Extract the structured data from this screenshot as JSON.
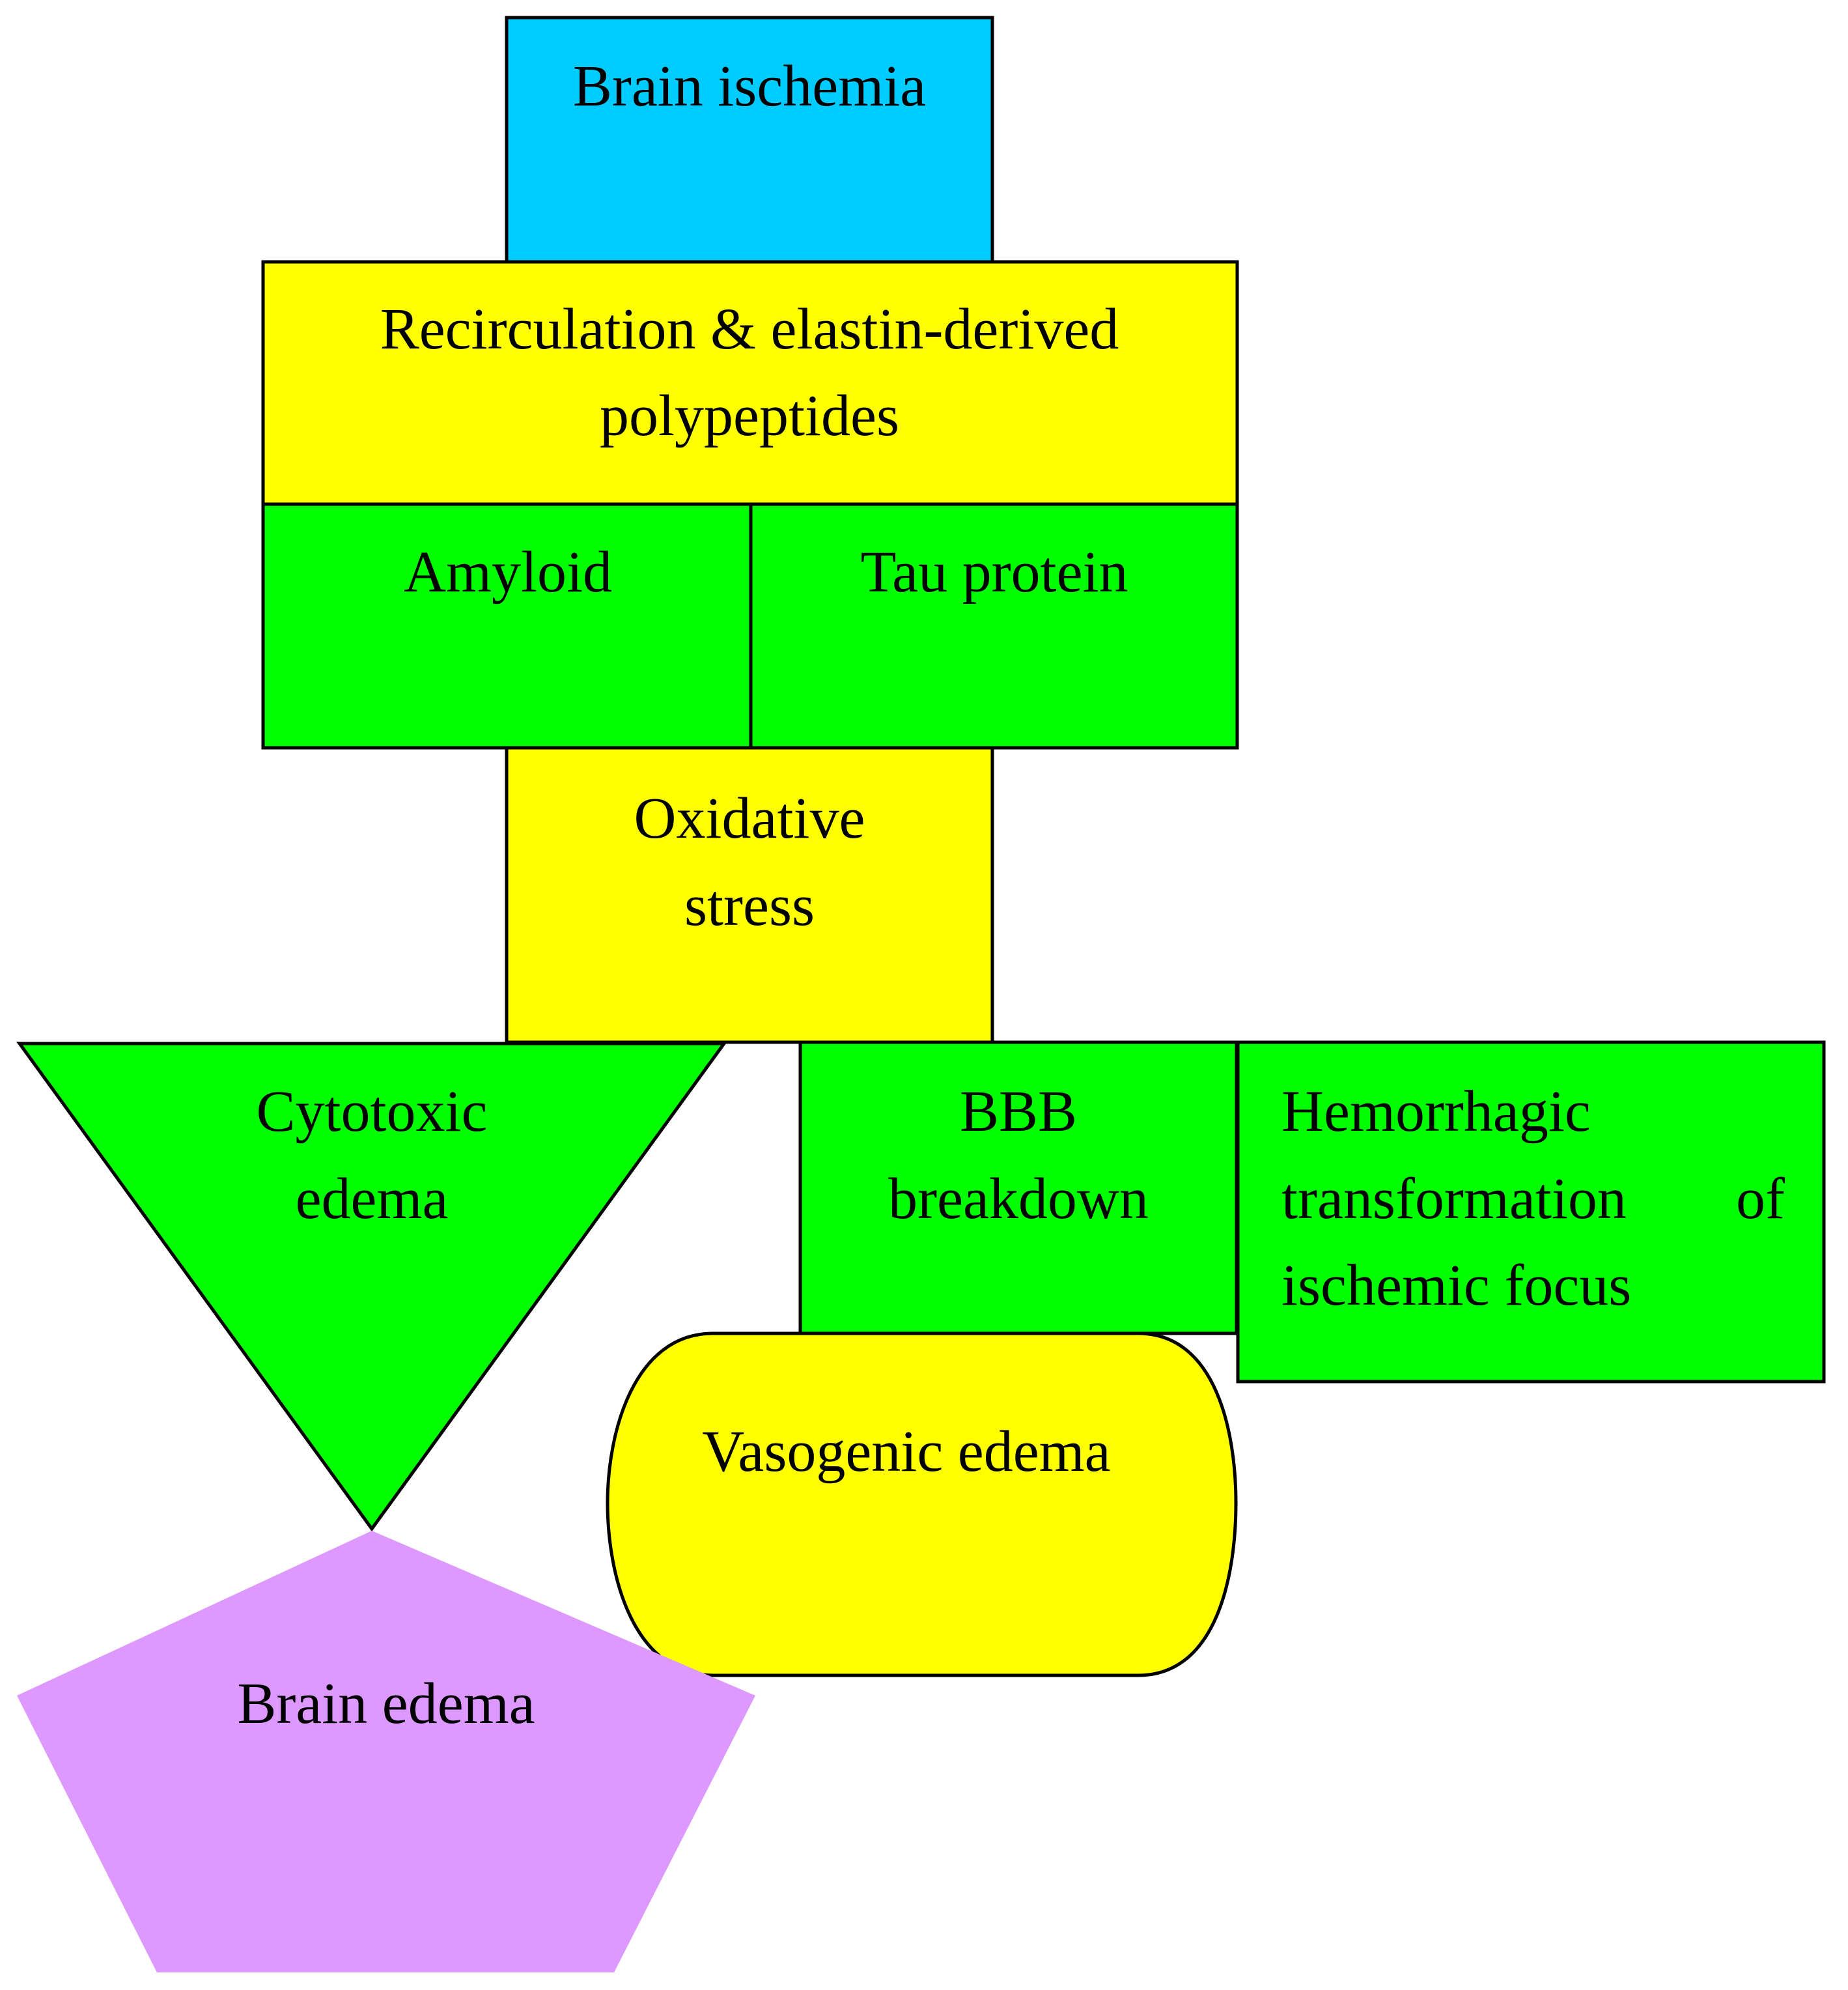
{
  "diagram": {
    "nodes": {
      "brain_ischemia": {
        "label": "Brain ischemia",
        "color": "#00CCFF",
        "shape": "rectangle"
      },
      "recirculation": {
        "lines": [
          "Recirculation & elastin-derived",
          "polypeptides"
        ],
        "color": "#FFFF00",
        "shape": "rectangle"
      },
      "amyloid": {
        "label": "Amyloid",
        "color": "#00FF00",
        "shape": "rectangle"
      },
      "tau_protein": {
        "label": "Tau protein",
        "color": "#00FF00",
        "shape": "rectangle"
      },
      "oxidative_stress": {
        "lines": [
          "Oxidative",
          "stress"
        ],
        "color": "#FFFF00",
        "shape": "rectangle"
      },
      "cytotoxic_edema": {
        "lines": [
          "Cytotoxic",
          "edema"
        ],
        "color": "#00FF00",
        "shape": "inverted-triangle"
      },
      "bbb_breakdown": {
        "lines": [
          "BBB",
          "breakdown"
        ],
        "color": "#00FF00",
        "shape": "rectangle"
      },
      "hemorrhagic": {
        "lines": [
          "Hemorrhagic",
          "transformation",
          "of",
          "ischemic focus"
        ],
        "color": "#00FF00",
        "shape": "rectangle"
      },
      "vasogenic_edema": {
        "label": "Vasogenic edema",
        "color": "#FFFF00",
        "shape": "rounded-drum"
      },
      "brain_edema": {
        "label": "Brain edema",
        "color": "#DD99FF",
        "shape": "pentagon"
      }
    }
  }
}
